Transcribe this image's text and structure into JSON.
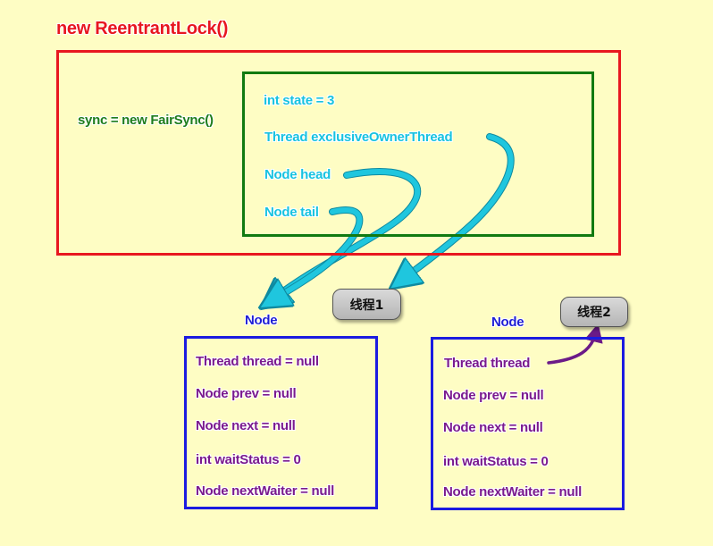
{
  "title": "new ReentrantLock()",
  "sync_label": "sync = new FairSync()",
  "fair_sync": {
    "fields": [
      "int state = 3",
      "Thread exclusiveOwnerThread",
      "Node head",
      "Node tail"
    ]
  },
  "threads": {
    "thread1": "线程1",
    "thread2": "线程2"
  },
  "nodes": [
    {
      "label": "Node",
      "fields": [
        "Thread thread = null",
        "Node prev = null",
        "Node next = null",
        "int waitStatus = 0",
        "Node nextWaiter = null"
      ]
    },
    {
      "label": "Node",
      "fields": [
        "Thread thread",
        "Node prev = null",
        "Node next = null",
        "int waitStatus = 0",
        "Node nextWaiter = null"
      ]
    }
  ],
  "colors": {
    "outer_border": "#e8171f",
    "fair_sync_border": "#117a11",
    "node_border": "#1b1be0",
    "cyan_arrow": "#1fc6de",
    "purple_arrow": "#6b1a88"
  }
}
